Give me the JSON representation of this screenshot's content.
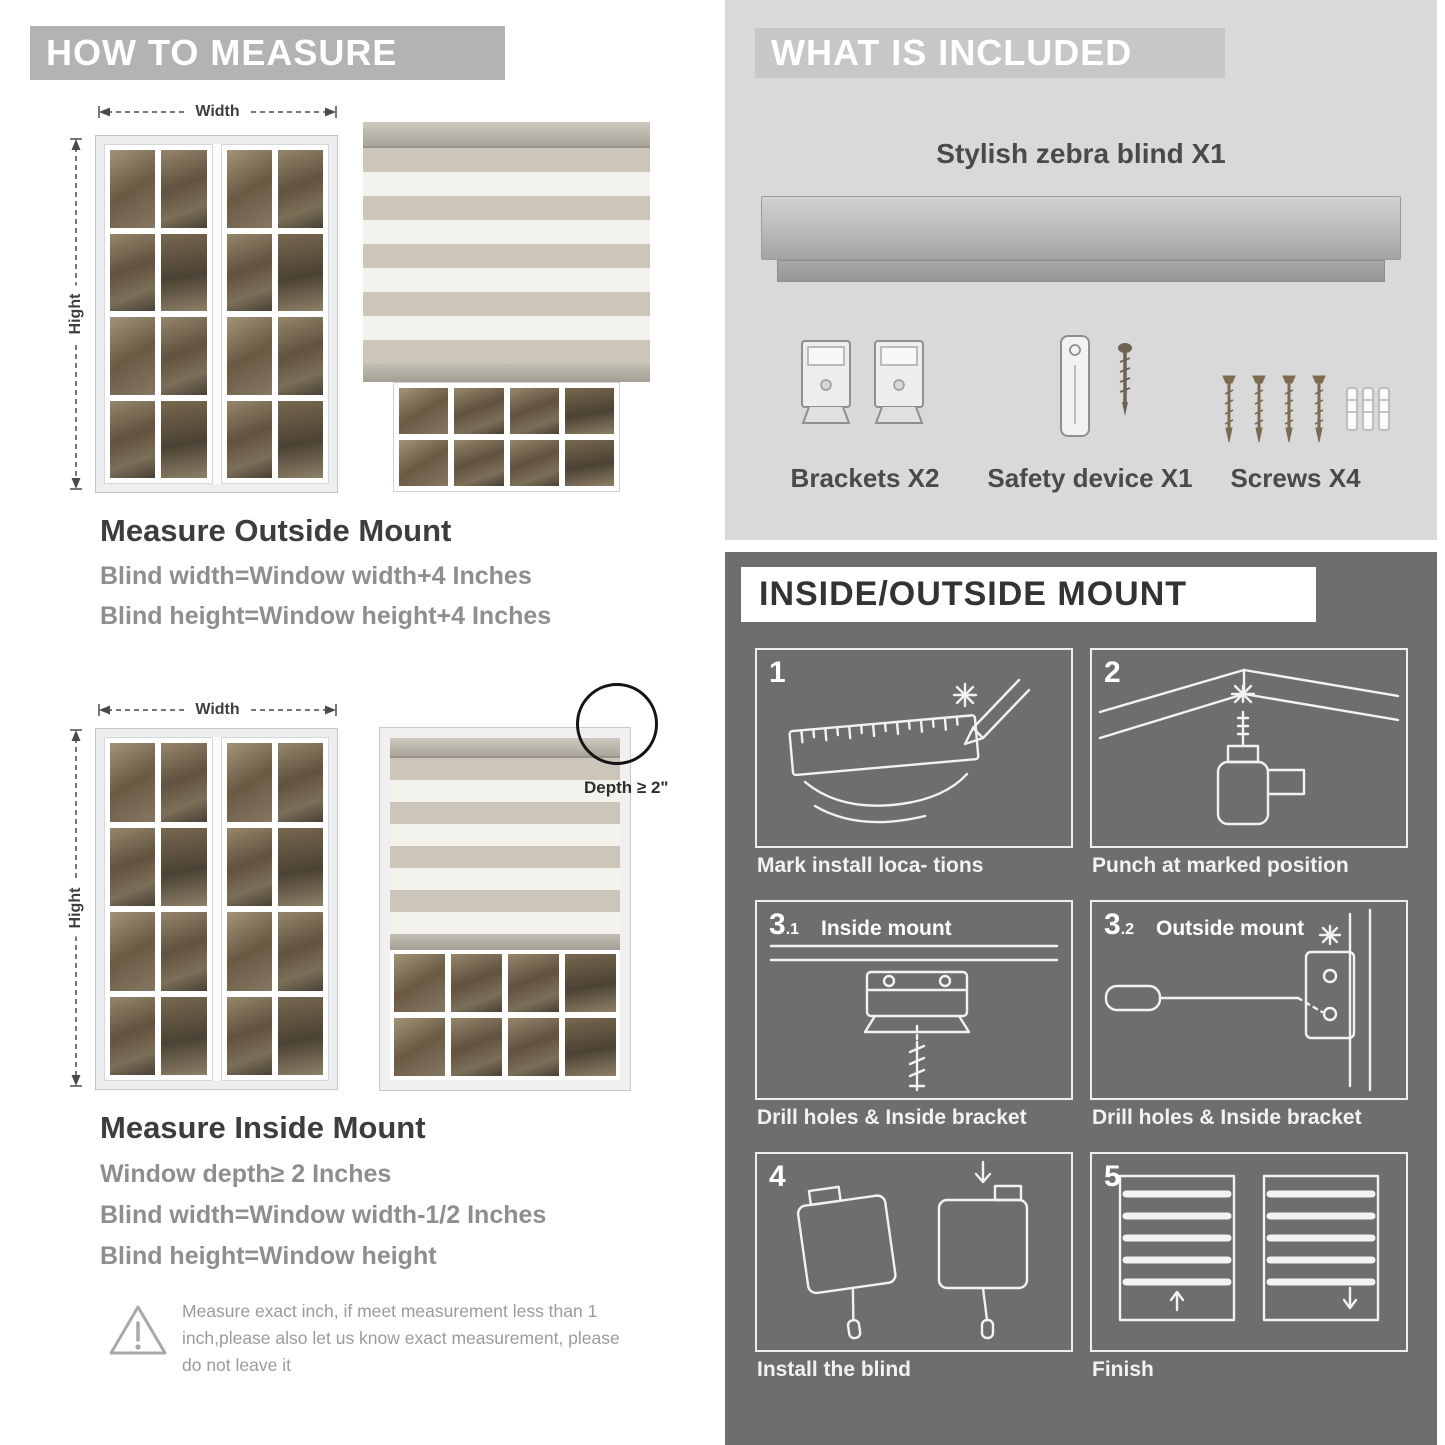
{
  "colors": {
    "left_header_bar": "#b3b3b3",
    "light_panel": "#d9d9d9",
    "dark_panel": "#6e6e6e",
    "heading_text": "#3d3d3d",
    "formula_text": "#8e8e8e"
  },
  "left": {
    "header": "HOW TO MEASURE",
    "outside": {
      "width_label": "Width",
      "height_label": "Hight",
      "title": "Measure Outside Mount",
      "formulas": [
        "Blind width=Window width+4 Inches",
        "Blind height=Window height+4 Inches"
      ]
    },
    "inside": {
      "width_label": "Width",
      "height_label": "Hight",
      "depth_label": "Depth ≥ 2\"",
      "title": "Measure Inside Mount",
      "formulas": [
        "Window depth≥ 2 Inches",
        "Blind width=Window width-1/2 Inches",
        "Blind height=Window height"
      ]
    },
    "note": "Measure exact inch, if meet measurement less than 1 inch,please also let us know exact measurement, please do not leave it"
  },
  "right": {
    "included": {
      "header": "WHAT IS INCLUDED",
      "product_label": "Stylish zebra blind X1",
      "items": [
        {
          "label": "Brackets X2"
        },
        {
          "label": "Safety device X1"
        },
        {
          "label": "Screws X4"
        }
      ]
    },
    "mount": {
      "header": "INSIDE/OUTSIDE MOUNT",
      "steps": [
        {
          "num": "1",
          "sub": "",
          "title": "",
          "caption": "Mark install loca- tions"
        },
        {
          "num": "2",
          "sub": "",
          "title": "",
          "caption": "Punch at  marked position"
        },
        {
          "num": "3",
          "sub": ".1",
          "title": "Inside mount",
          "caption": "Drill holes &  Inside bracket"
        },
        {
          "num": "3",
          "sub": ".2",
          "title": "Outside mount",
          "caption": "Drill holes &  Inside bracket"
        },
        {
          "num": "4",
          "sub": "",
          "title": "",
          "caption": "Install the blind"
        },
        {
          "num": "5",
          "sub": "",
          "title": "",
          "caption": "Finish"
        }
      ]
    }
  }
}
